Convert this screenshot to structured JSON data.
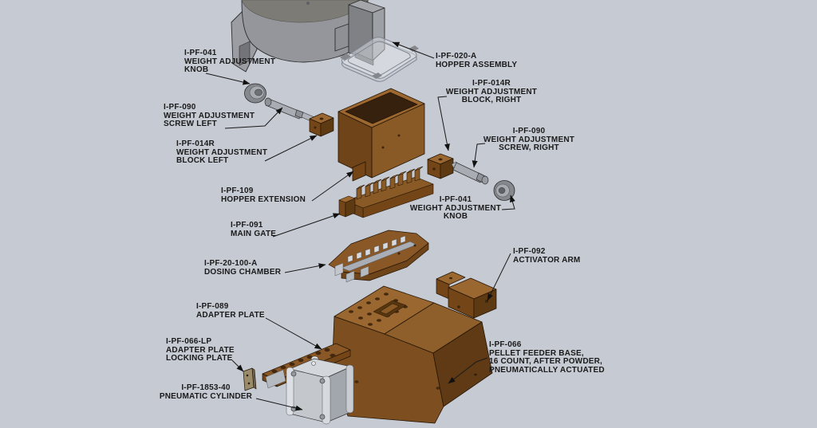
{
  "viewport": {
    "background_color": "#c6cad3",
    "view_type": "isometric exploded view",
    "annotation_color": "#1a1a1a"
  },
  "palette": {
    "bronze_top": "#9a6730",
    "bronze_front": "#744617",
    "bronze_side": "#5e3a13",
    "gray_part": "#a7aaaf",
    "gray_dark": "#7c7b75"
  },
  "labels": [
    {
      "id": "weight-adjustment-knob-left",
      "lines": [
        "I-PF-041",
        "WEIGHT ADJUSTMENT",
        "KNOB"
      ]
    },
    {
      "id": "hopper-assembly",
      "lines": [
        "I-PF-020-A",
        "HOPPER ASSEMBLY"
      ]
    },
    {
      "id": "weight-adjustment-screw-left",
      "lines": [
        "I-PF-090",
        "WEIGHT ADJUSTMENT",
        "SCREW LEFT"
      ]
    },
    {
      "id": "weight-adjustment-block-right",
      "lines": [
        "I-PF-014R",
        "WEIGHT ADJUSTMENT",
        "BLOCK, RIGHT"
      ]
    },
    {
      "id": "weight-adjustment-block-left",
      "lines": [
        "I-PF-014R",
        "WEIGHT ADJUSTMENT",
        "BLOCK LEFT"
      ]
    },
    {
      "id": "weight-adjustment-screw-right",
      "lines": [
        "I-PF-090",
        "WEIGHT ADJUSTMENT",
        "SCREW, RIGHT"
      ]
    },
    {
      "id": "hopper-extension",
      "lines": [
        "I-PF-109",
        "HOPPER EXTENSION"
      ]
    },
    {
      "id": "weight-adjustment-knob-right",
      "lines": [
        "I-PF-041",
        "WEIGHT ADJUSTMENT",
        "KNOB"
      ]
    },
    {
      "id": "main-gate",
      "lines": [
        "I-PF-091",
        "MAIN GATE"
      ]
    },
    {
      "id": "dosing-chamber",
      "lines": [
        "I-PF-20-100-A",
        "DOSING CHAMBER"
      ]
    },
    {
      "id": "activator-arm",
      "lines": [
        "I-PF-092",
        "ACTIVATOR ARM"
      ]
    },
    {
      "id": "adapter-plate",
      "lines": [
        "I-PF-089",
        "ADAPTER PLATE"
      ]
    },
    {
      "id": "adapter-plate-locking-plate",
      "lines": [
        "I-PF-066-LP",
        "ADAPTER PLATE",
        "LOCKING PLATE"
      ]
    },
    {
      "id": "pneumatic-cylinder",
      "lines": [
        "I-PF-1853-40",
        "PNEUMATIC CYLINDER"
      ]
    },
    {
      "id": "pellet-feeder-base",
      "lines": [
        "I-PF-066",
        "PELLET FEEDER BASE,",
        "16 COUNT, AFTER POWDER,",
        "PNEUMATICALLY ACTUATED"
      ]
    }
  ]
}
